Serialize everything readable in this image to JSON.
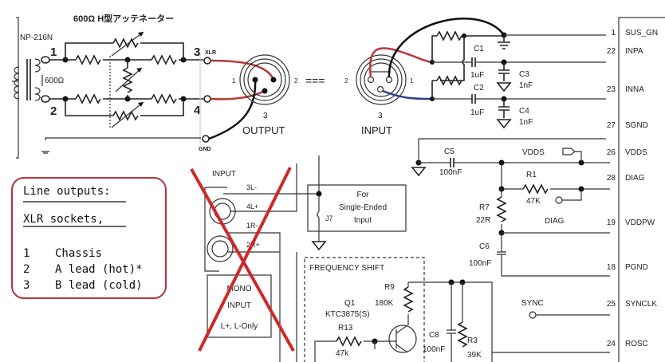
{
  "attenuator": {
    "title": "600Ω H型アッテネーター",
    "transformer_label": "NP-216N",
    "impedance_label": "600Ω",
    "terminal_1": "1",
    "terminal_2": "2",
    "terminal_3": "3",
    "terminal_4": "4",
    "xlr_label": "XLR",
    "gnd_label": "GND"
  },
  "connectors": {
    "output_label": "OUTPUT",
    "input_label": "INPUT",
    "equals": "===",
    "out_pin1": "1",
    "out_pin2": "2",
    "out_pin3": "3",
    "in_pin1": "1",
    "in_pin2": "2",
    "in_pin3": "3"
  },
  "note_box": {
    "title": "Line outputs:",
    "subtitle": "XLR sockets,",
    "rows": [
      {
        "pin": "1",
        "desc": "Chassis"
      },
      {
        "pin": "2",
        "desc": "A lead (hot)*"
      },
      {
        "pin": "3",
        "desc": "B lead (cold)"
      }
    ],
    "border_color": "#b5323c"
  },
  "old_input": {
    "label": "INPUT",
    "pins": [
      "3L-",
      "4L+",
      "1R-",
      "2R+"
    ],
    "mono_line1": "MONO",
    "mono_line2": "INPUT",
    "mono_line3": "L+, L-Only",
    "cross_color": "#cc2a2a"
  },
  "single_ended": {
    "line1": "For",
    "line2": "Single-Ended",
    "line3": "Input",
    "jumper": "J7"
  },
  "freq_shift": {
    "title": "FREQUENCY SHIFT",
    "q1": "Q1",
    "q1_part": "KTC3875(S)",
    "r13": "R13",
    "r13_val": "47k",
    "r9": "R9",
    "r9_val": "180K",
    "c8": "C8",
    "c8_val": "100nF",
    "r3": "R3",
    "r3_val": "39K"
  },
  "components": {
    "c1": "C1",
    "c1_val": "1uF",
    "c2": "C2",
    "c2_val": "1uF",
    "c3": "C3",
    "c3_val": "1nF",
    "c4": "C4",
    "c4_val": "1nF",
    "c5": "C5",
    "c5_val": "100nF",
    "c6": "C6",
    "c6_val": "100nF",
    "r1": "R1",
    "r1_val": "47K",
    "r7": "R7",
    "r7_val": "22R",
    "vdds_net": "VDDS",
    "diag_net": "DIAG",
    "sync_net": "SYNC"
  },
  "ic_pins": [
    {
      "num": "1",
      "name": "SUS_GN"
    },
    {
      "num": "22",
      "name": "INPA"
    },
    {
      "num": "23",
      "name": "INNA"
    },
    {
      "num": "27",
      "name": "SGND"
    },
    {
      "num": "26",
      "name": "VDDS"
    },
    {
      "num": "28",
      "name": "DIAG"
    },
    {
      "num": "19",
      "name": "VDDPW"
    },
    {
      "num": "18",
      "name": "PGND"
    },
    {
      "num": "25",
      "name": "SYNCLK"
    },
    {
      "num": "24",
      "name": "ROSC"
    }
  ],
  "colors": {
    "hot_wire": "#b83a3a",
    "cold_wire": "#2e3f8f",
    "gnd_wire": "#111111"
  }
}
